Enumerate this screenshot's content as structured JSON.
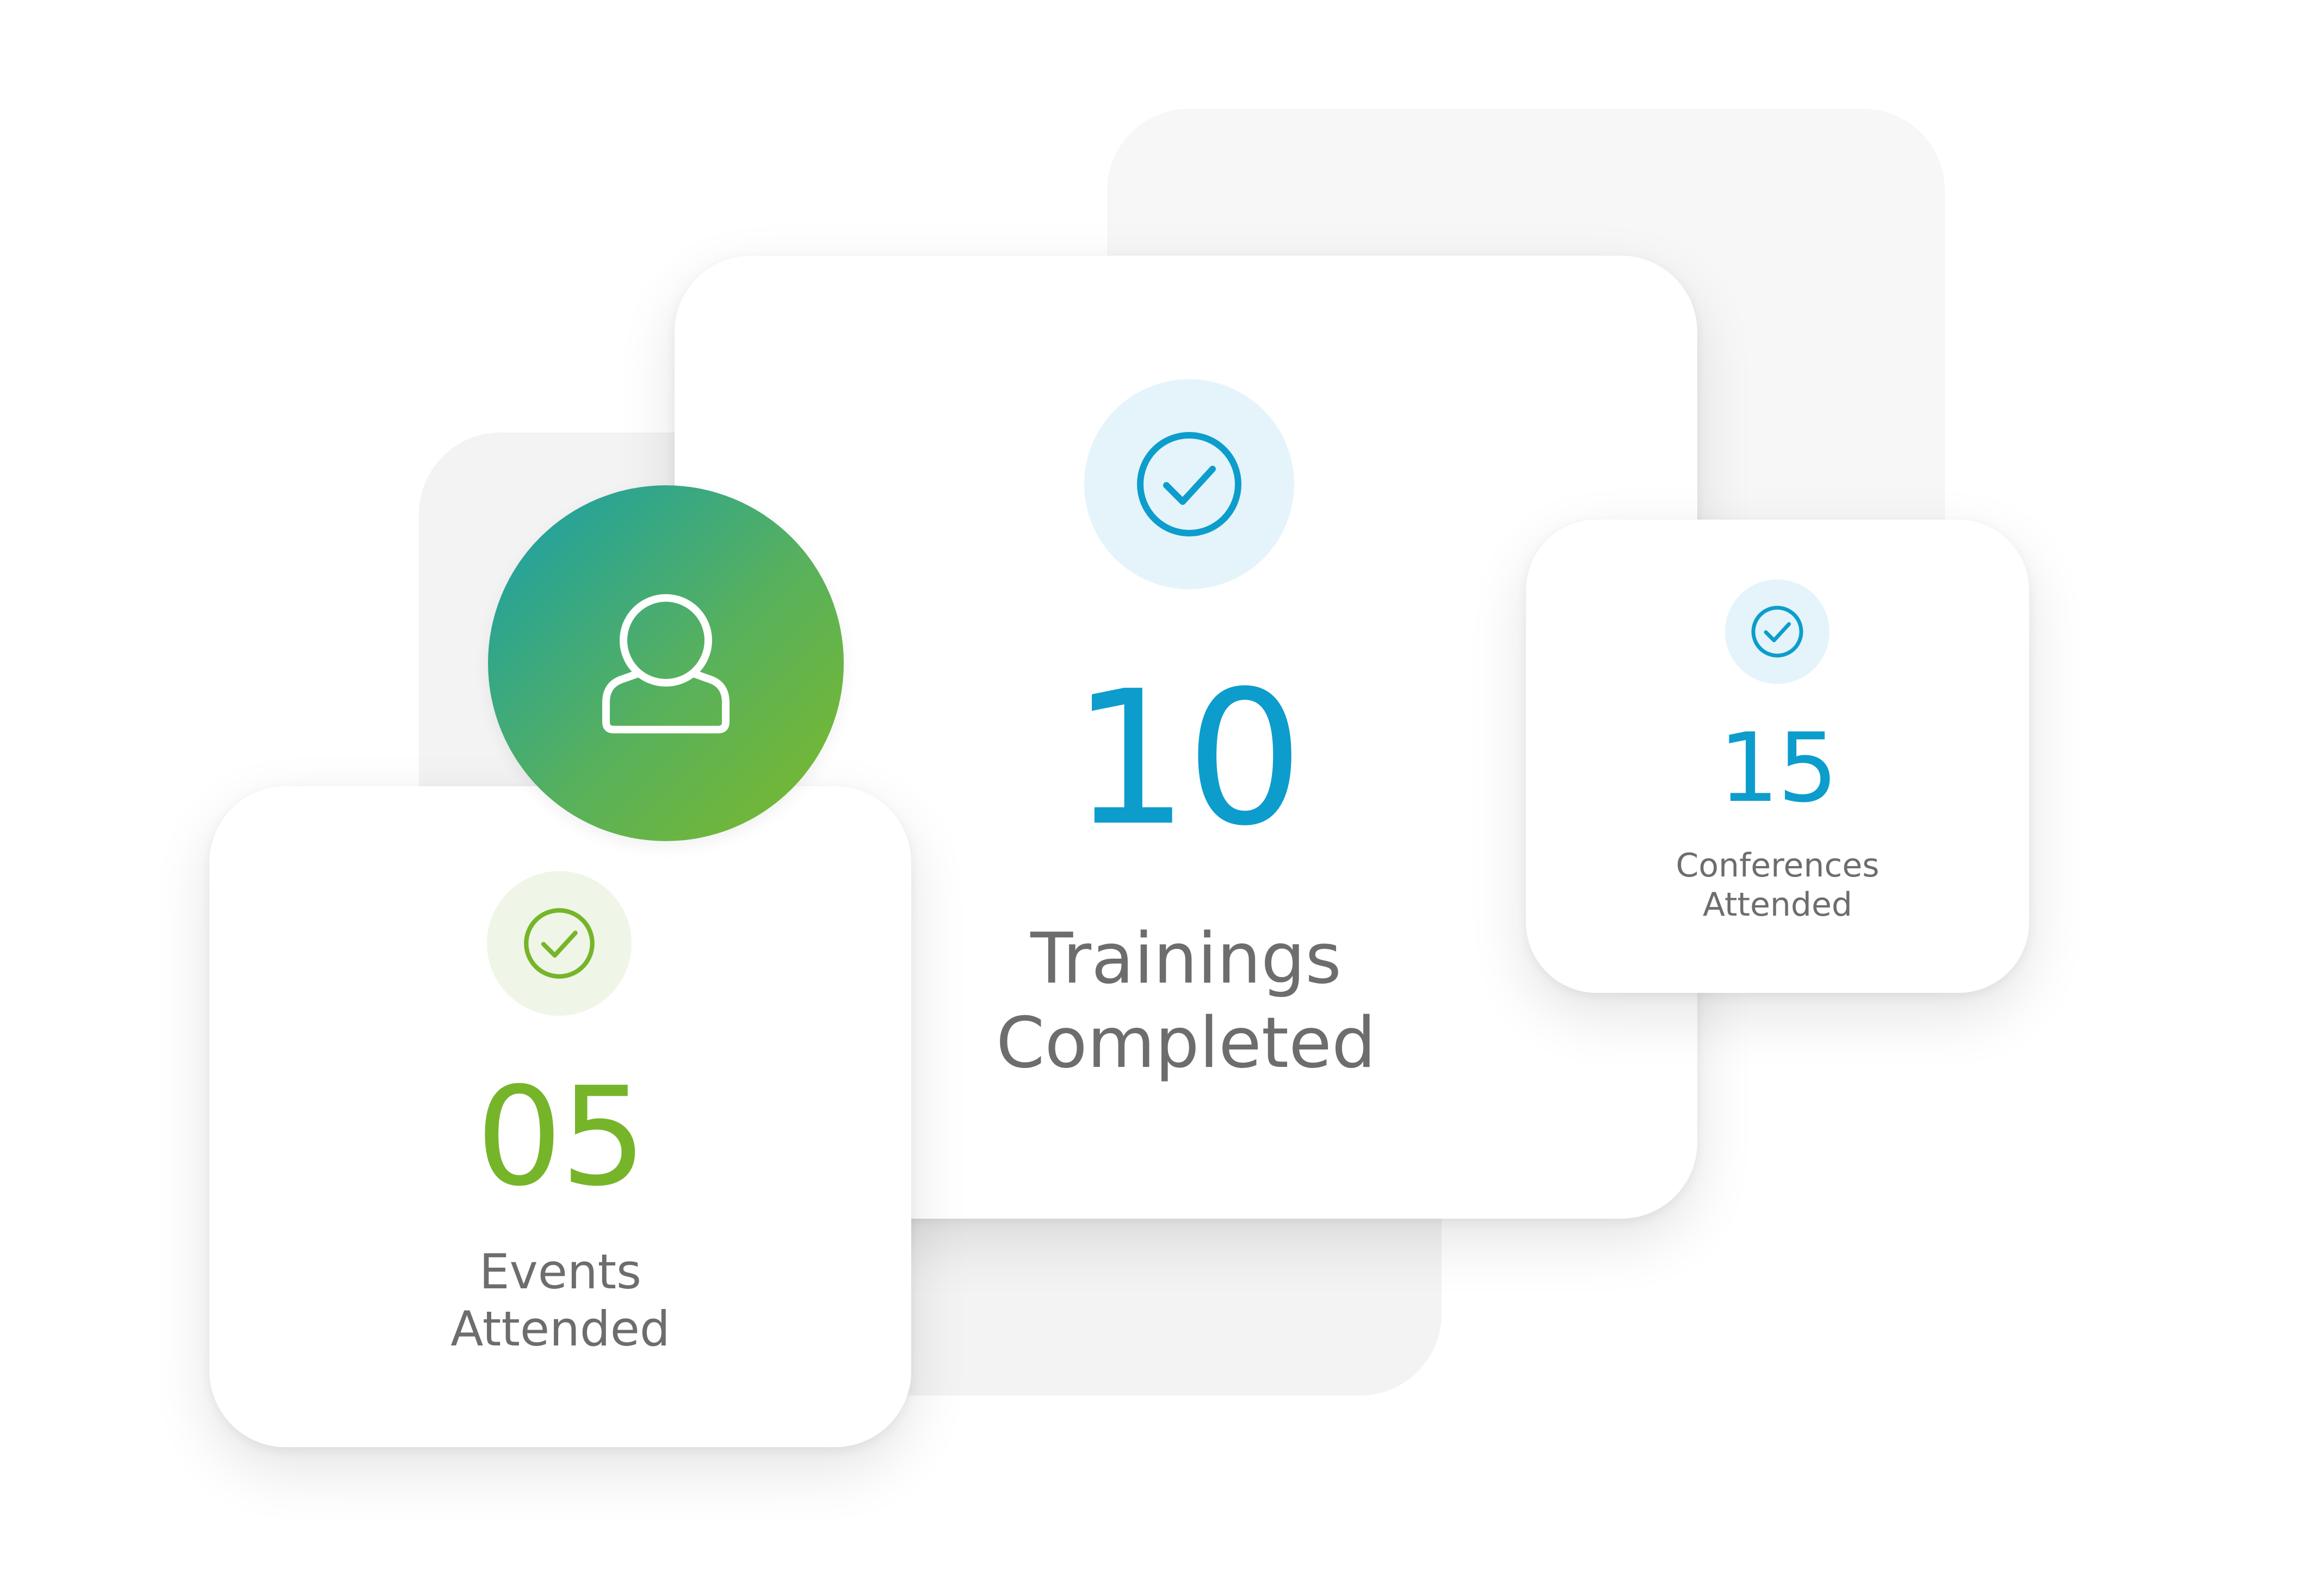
{
  "colors": {
    "blue_accent": "#0c9dcc",
    "green_accent": "#76b52a",
    "label_gray": "#6d6d6d",
    "blue_tint": "#e4f4fa",
    "green_tint": "#eff6e8",
    "avatar_gradient_start": "#169eac",
    "avatar_gradient_end": "#7db928"
  },
  "avatar": {
    "icon": "user-icon"
  },
  "trainings": {
    "icon": "check-circle-icon",
    "value": "10",
    "label_line1": "Trainings",
    "label_line2": "Completed"
  },
  "conferences": {
    "icon": "check-circle-icon",
    "value": "15",
    "label_line1": "Conferences",
    "label_line2": "Attended"
  },
  "events": {
    "icon": "check-circle-icon",
    "value": "05",
    "label_line1": "Events",
    "label_line2": "Attended"
  }
}
